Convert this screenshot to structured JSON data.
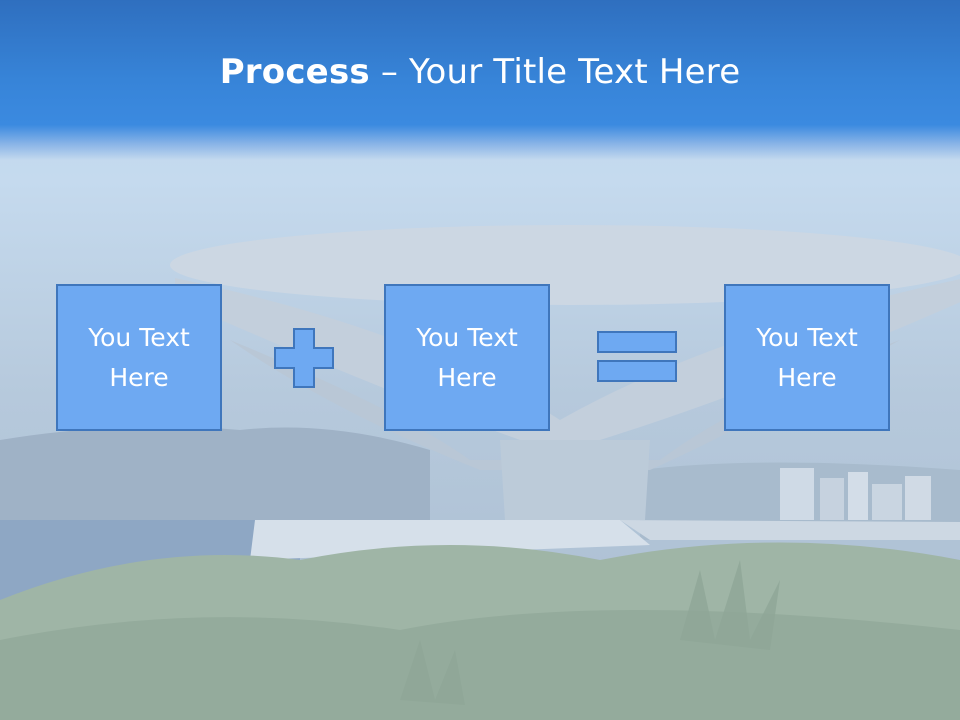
{
  "slide": {
    "title_bold": "Process",
    "title_rest": " – Your Title Text Here"
  },
  "process": {
    "boxes": [
      {
        "text": "You Text Here"
      },
      {
        "text": "You Text Here"
      },
      {
        "text": "You Text Here"
      }
    ],
    "operators": [
      "plus",
      "equals"
    ]
  },
  "colors": {
    "title_bar": "#3784d8",
    "box_fill": "#6ea9f2",
    "box_border": "#3f76bc",
    "text": "#ffffff"
  }
}
